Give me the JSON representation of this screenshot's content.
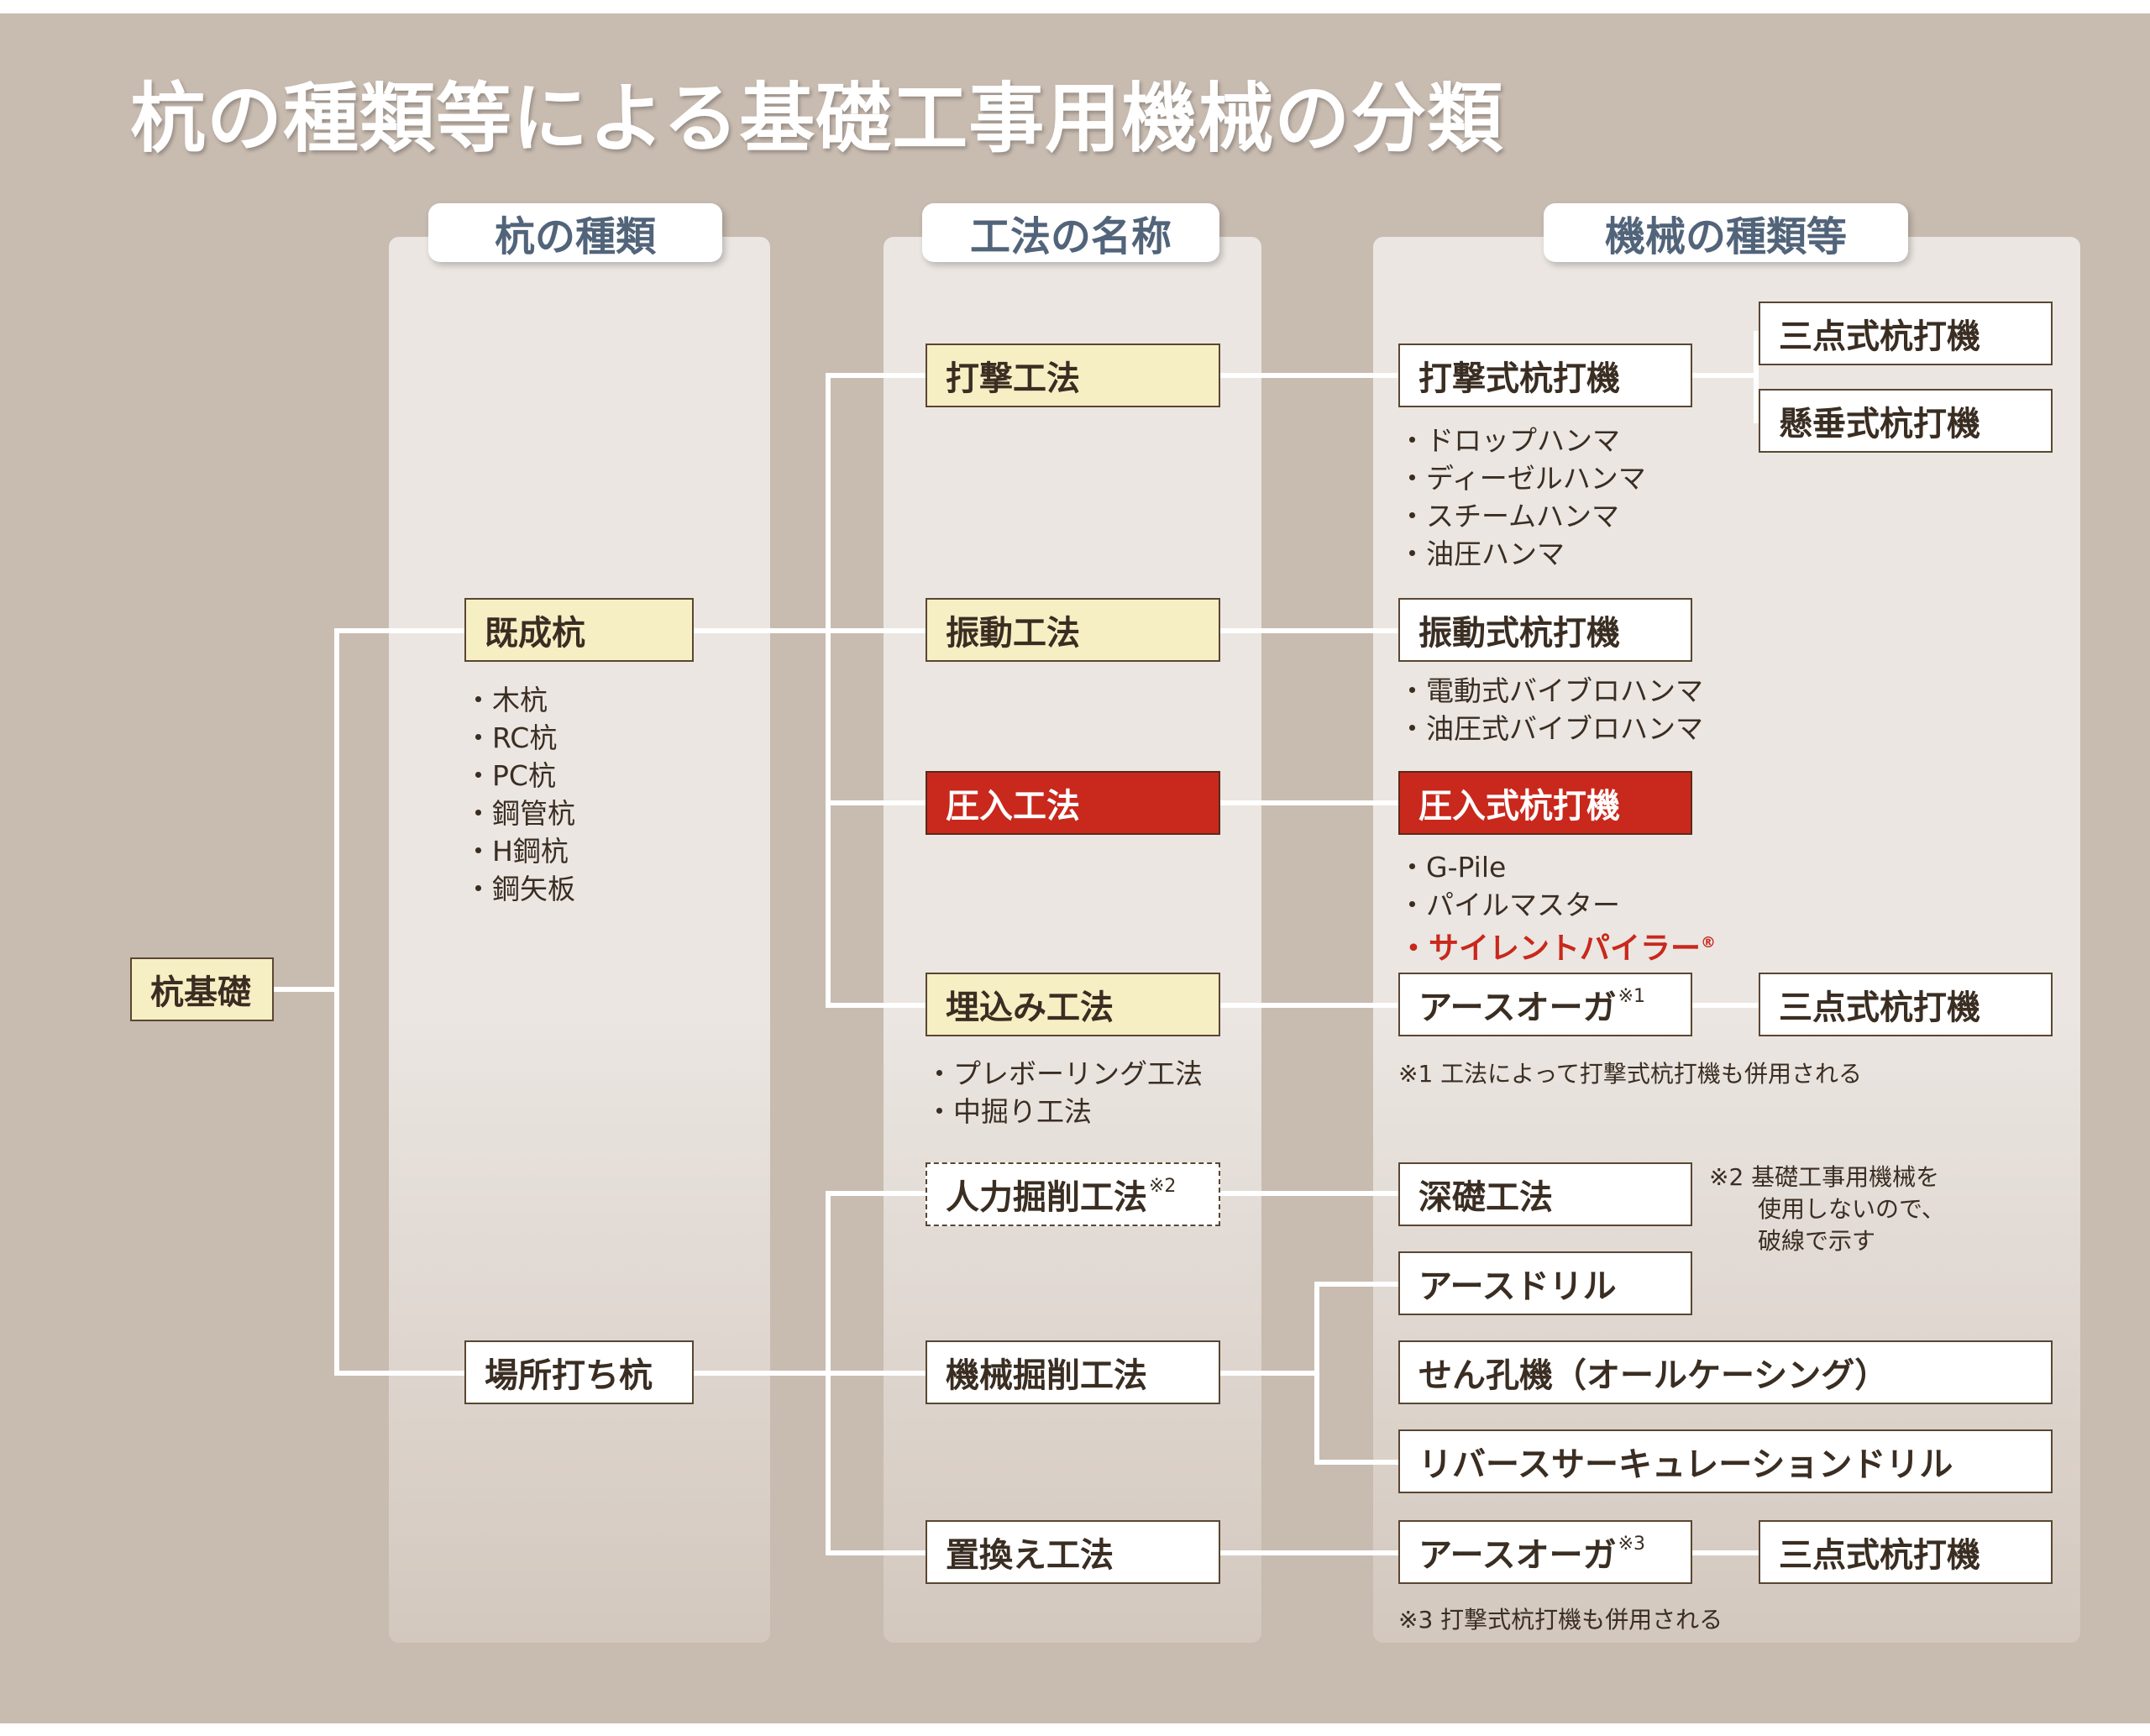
{
  "title": "杭の種類等による基礎工事用機械の分類",
  "columns": {
    "pile": "杭の種類",
    "method": "工法の名称",
    "machine": "機械の種類等"
  },
  "root": "杭基礎",
  "piles": {
    "precast": "既成杭",
    "precast_list": [
      "・木杭",
      "・RC杭",
      "・PC杭",
      "・鋼管杭",
      "・H鋼杭",
      "・鋼矢板"
    ],
    "cast_in_place": "場所打ち杭"
  },
  "methods": {
    "impact": "打撃工法",
    "vibration": "振動工法",
    "press_in": "圧入工法",
    "embedded": "埋込み工法",
    "embedded_list": [
      "・プレボーリング工法",
      "・中掘り工法"
    ],
    "manual": "人力掘削工法",
    "manual_mark": "※2",
    "mechanical": "機械掘削工法",
    "replacement": "置換え工法"
  },
  "machines": {
    "impact": "打撃式杭打機",
    "impact_list": [
      "・ドロップハンマ",
      "・ディーゼルハンマ",
      "・スチームハンマ",
      "・油圧ハンマ"
    ],
    "three_point_1": "三点式杭打機",
    "suspended": "懸垂式杭打機",
    "vibration": "振動式杭打機",
    "vibration_list": [
      "・電動式バイブロハンマ",
      "・油圧式バイブロハンマ"
    ],
    "press_in": "圧入式杭打機",
    "press_in_list": [
      "・G-Pile",
      "・パイルマスター"
    ],
    "press_in_highlight": "・サイレントパイラー",
    "registered_mark": "®",
    "earth_auger_1": "アースオーガ",
    "earth_auger_1_mark": "※1",
    "three_point_2": "三点式杭打機",
    "note1": "※1  工法によって打撃式杭打機も併用される",
    "deep_foundation": "深礎工法",
    "note2": [
      "※2  基礎工事用機械を",
      "使用しないので、",
      "破線で示す"
    ],
    "earth_drill": "アースドリル",
    "all_casing": "せん孔機（オールケーシング）",
    "reverse_circulation": "リバースサーキュレーションドリル",
    "earth_auger_3": "アースオーガ",
    "earth_auger_3_mark": "※3",
    "three_point_3": "三点式杭打機",
    "note3": "※3  打撃式杭打機も併用される"
  }
}
